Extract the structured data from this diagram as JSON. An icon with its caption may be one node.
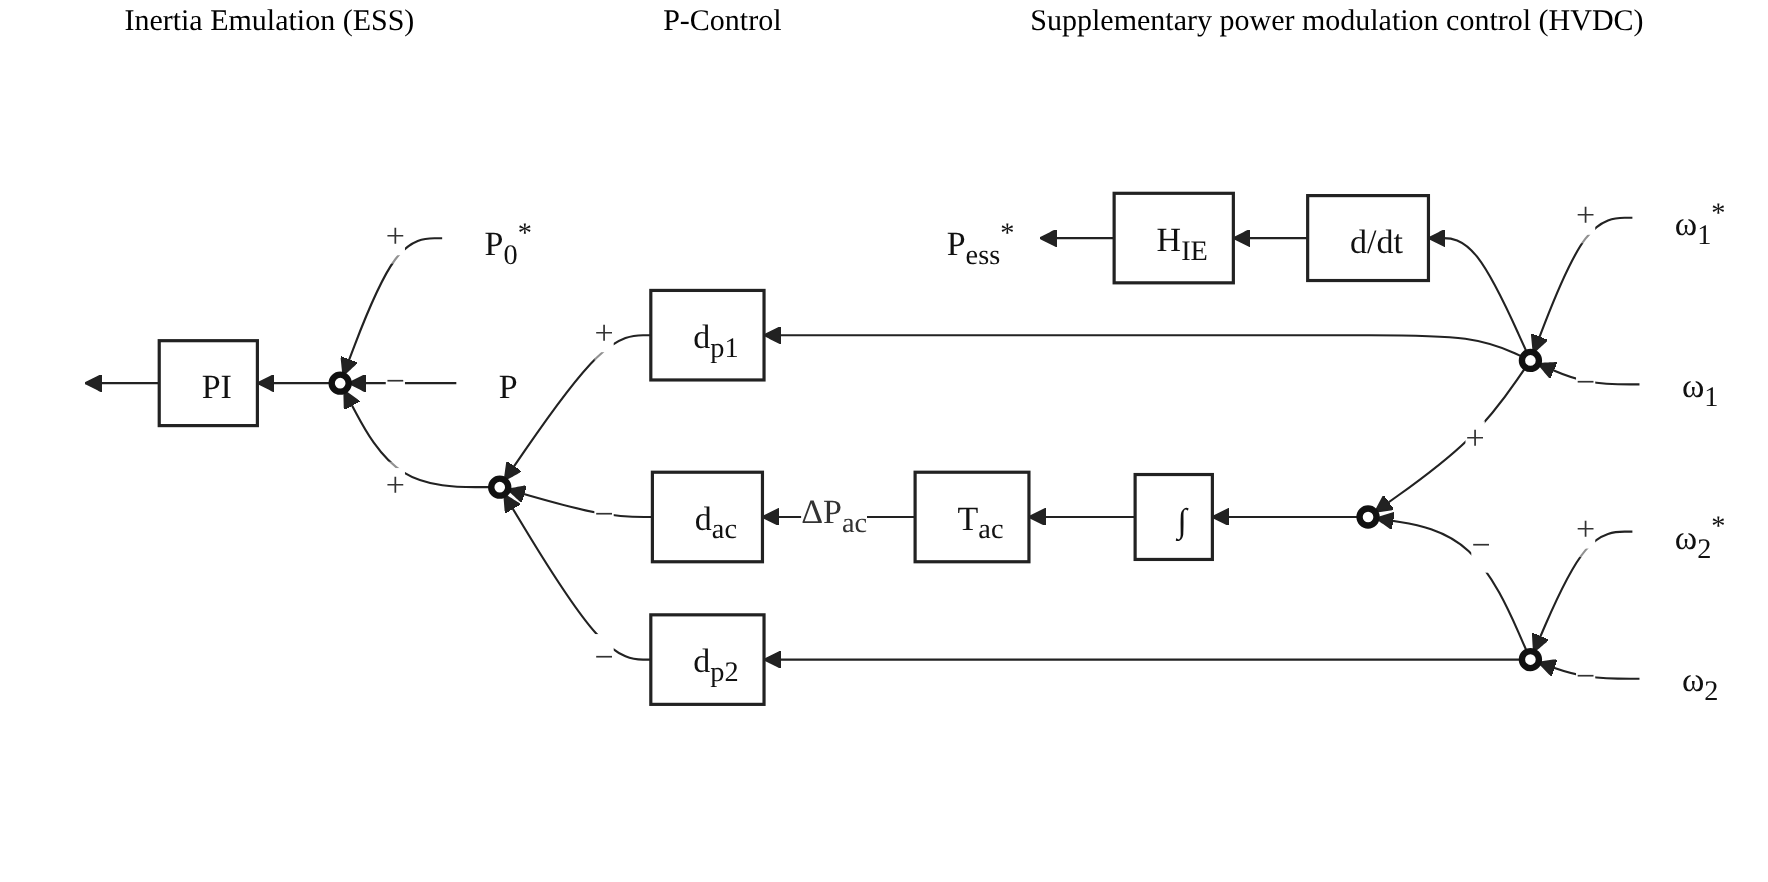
{
  "diagram": {
    "nodes": [
      {
        "text": [
          "P$_{ess}$$^{*}$"
        ]
      },
      {
        "text": [
          "H$_{IE}$"
        ]
      },
      {
        "text": [
          "d/dt"
        ]
      },
      {
        "text": [
          "P$_{0}$$^{*}$"
        ]
      },
      {
        "text": [
          "d$_{p1}$"
        ]
      },
      {
        "text": [
          "ω$_{1}$$^{*}$"
        ]
      },
      {
        "text": [
          "PI"
        ]
      },
      {
        "text": [],
        "shape": "circle"
      },
      {
        "text": [],
        "shape": "circle"
      },
      {
        "text": [
          "d$_{ac}$"
        ]
      },
      {
        "text": [
          "T$_{ac}$"
        ]
      },
      {
        "text": [
          "∫"
        ]
      },
      {
        "text": [],
        "shape": "circle"
      },
      {
        "text": [],
        "shape": "circle"
      },
      {
        "text": [
          "ω$_{1}$"
        ]
      },
      {
        "text": [
          "P"
        ]
      },
      {
        "text": [
          "d$_{p2}$"
        ]
      },
      {
        "text": [],
        "shape": "circle"
      },
      {
        "text": [
          "ω$_{2}$$^{*}$"
        ]
      },
      {
        "text": [
          "ω$_{2}$"
        ]
      }
    ],
    "edges": [
      {
        "from": 6,
        "to": null,
        "arrow": "to"
      },
      {
        "from": 7,
        "to": 6,
        "arrow": "to"
      },
      {
        "from": 3,
        "to": 7,
        "arrow": "to",
        "label": "+"
      },
      {
        "from": 15,
        "to": 7,
        "arrow": "to",
        "label": "−"
      },
      {
        "from": 8,
        "to": 7,
        "arrow": "to",
        "label": "+"
      },
      {
        "from": 4,
        "to": 8,
        "arrow": "to",
        "label": "+"
      },
      {
        "from": 9,
        "to": 8,
        "arrow": "to",
        "label": "−"
      },
      {
        "from": 16,
        "to": 8,
        "arrow": "to",
        "label": "−"
      },
      {
        "from": 10,
        "to": 9,
        "arrow": "to",
        "label": "ΔP$_{ac}$"
      },
      {
        "from": 11,
        "to": 10,
        "arrow": "to"
      },
      {
        "from": 12,
        "to": 11,
        "arrow": "to"
      },
      {
        "from": 13,
        "to": 12,
        "arrow": "to",
        "label": "+"
      },
      {
        "from": 17,
        "to": 12,
        "arrow": "to",
        "label": "−"
      },
      {
        "from": 13,
        "to": 4,
        "arrow": "to"
      },
      {
        "from": 13,
        "to": 2,
        "arrow": "to"
      },
      {
        "from": 2,
        "to": 1,
        "arrow": "to"
      },
      {
        "from": 1,
        "to": 0,
        "arrow": "to"
      },
      {
        "from": 5,
        "to": 13,
        "arrow": "to",
        "label": "+"
      },
      {
        "from": 14,
        "to": 13,
        "arrow": "to",
        "label": "−"
      },
      {
        "from": 17,
        "to": 16,
        "arrow": "to"
      },
      {
        "from": 18,
        "to": 17,
        "arrow": "to",
        "label": "+"
      },
      {
        "from": 19,
        "to": 17,
        "arrow": "to",
        "label": "−"
      }
    ],
    "labels": [
      "Inertia Emulation (ESS)",
      "P-Control",
      "Supplementary power modulation control (HVDC)"
    ]
  }
}
